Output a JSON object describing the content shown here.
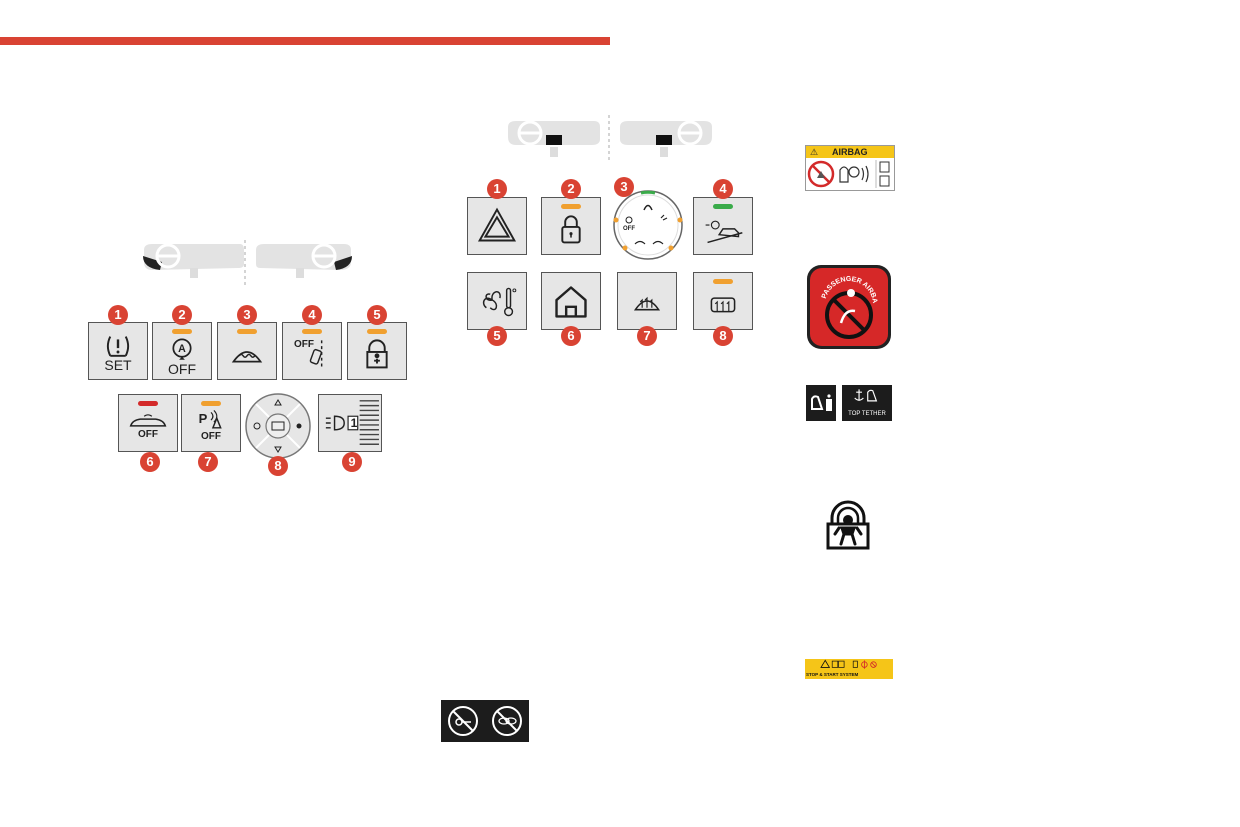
{
  "left_panel": {
    "numbers": [
      "1",
      "2",
      "3",
      "4",
      "5",
      "6",
      "7",
      "8",
      "9"
    ],
    "btn1_label": "SET",
    "btn2_label": "OFF",
    "btn4_label": "OFF",
    "btn6_label": "OFF",
    "btn7_label": "OFF",
    "btn7_prefix": "P",
    "btn9_label": "1"
  },
  "middle_panel": {
    "numbers": [
      "1",
      "2",
      "3",
      "4",
      "5",
      "6",
      "7",
      "8"
    ],
    "dial_off_label": "OFF"
  },
  "right_labels": {
    "airbag_warning_title": "AIRBAG",
    "passenger_airbag_text": "PASSENGER AIRBAG",
    "top_tether_text": "TOP TETHER",
    "stop_start_text": "STOP & START SYSTEM"
  },
  "colors": {
    "accent_red": "#d94333",
    "led_orange": "#f0a030",
    "led_red": "#d32a2a",
    "led_green": "#3aab4a",
    "warning_yellow": "#f5c518"
  }
}
